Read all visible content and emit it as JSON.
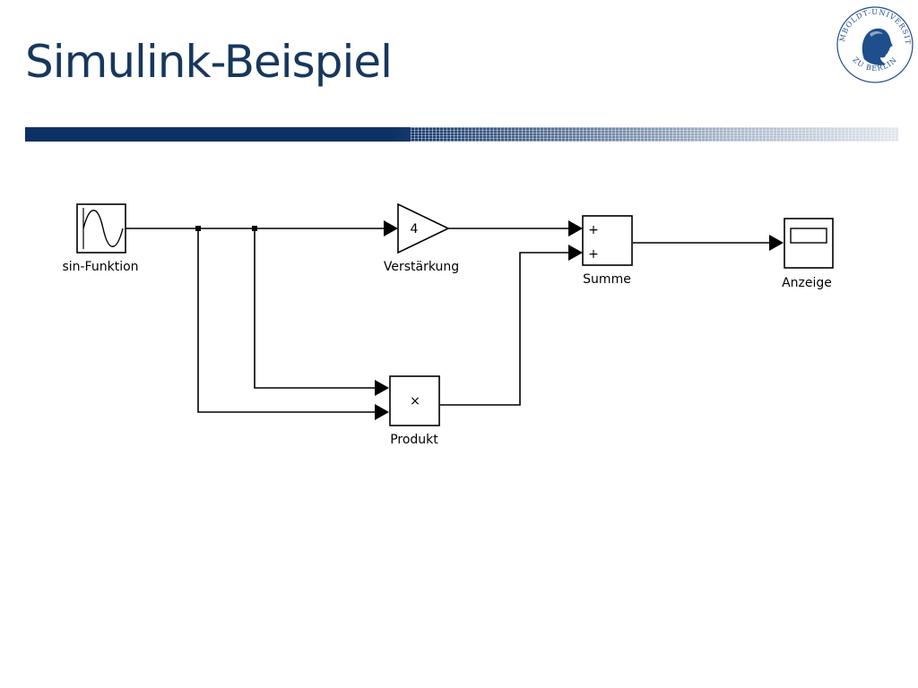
{
  "slide": {
    "title": "Simulink-Beispiel"
  },
  "logo": {
    "name": "humboldt-university-seal-icon",
    "text": "HUMBOLDT-UNIVERSITÄT ZU BERLIN",
    "color": "#1f4e8c"
  },
  "diagram": {
    "blocks": {
      "sine": {
        "label": "sin-Funktion"
      },
      "gain": {
        "label": "Verstärkung",
        "value": "4"
      },
      "sum": {
        "label": "Summe",
        "sign1": "+",
        "sign2": "+"
      },
      "product": {
        "label": "Produkt",
        "symbol": "×"
      },
      "scope": {
        "label": "Anzeige"
      }
    }
  },
  "colors": {
    "title": "#17375e",
    "bar": "#0d3165",
    "lines": "#000000"
  }
}
